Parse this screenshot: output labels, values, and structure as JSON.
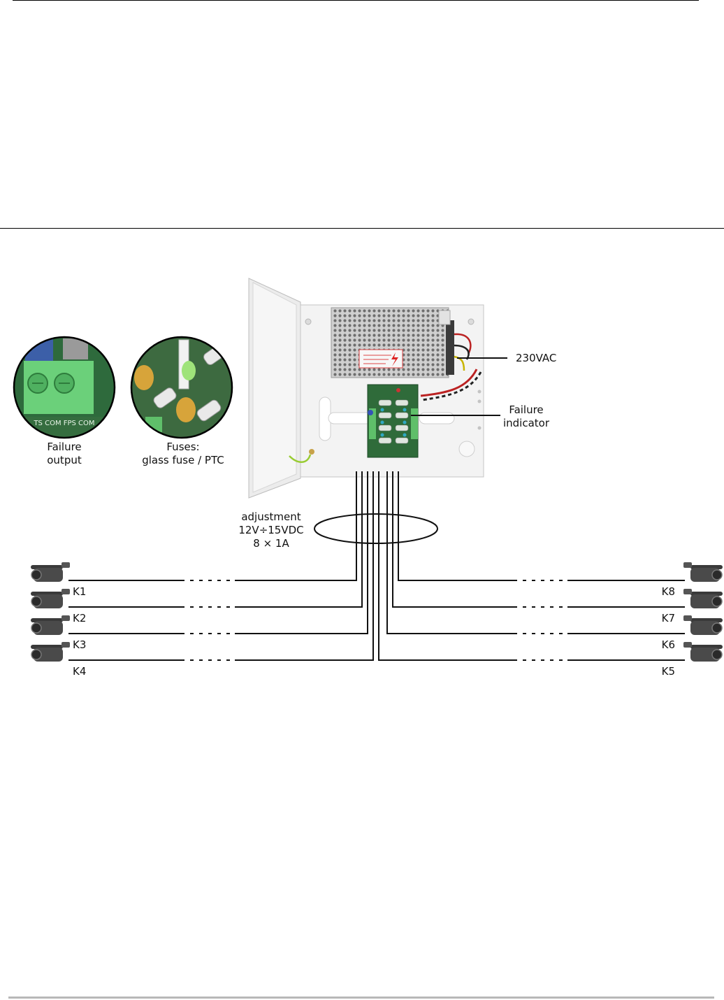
{
  "labels": {
    "mains": "230VAC",
    "failure_indicator": [
      "Failure",
      "indicator"
    ],
    "failure_output": [
      "Failure",
      "output"
    ],
    "fuses": [
      "Fuses:",
      "glass fuse / PTC"
    ],
    "adjustment": [
      "adjustment",
      "12V÷15VDC",
      "8 × 1A"
    ],
    "board_marking": "TS COM  FPS  COM"
  },
  "channels_left": [
    "K1",
    "K2",
    "K3",
    "K4"
  ],
  "channels_right": [
    "K8",
    "K7",
    "K6",
    "K5"
  ],
  "colors": {
    "line": "#111111",
    "enclosure": "#f2f2f2",
    "pcb": "#2f6b3a",
    "terminal": "#5fbf6a",
    "camera": "#4a4a4a"
  }
}
